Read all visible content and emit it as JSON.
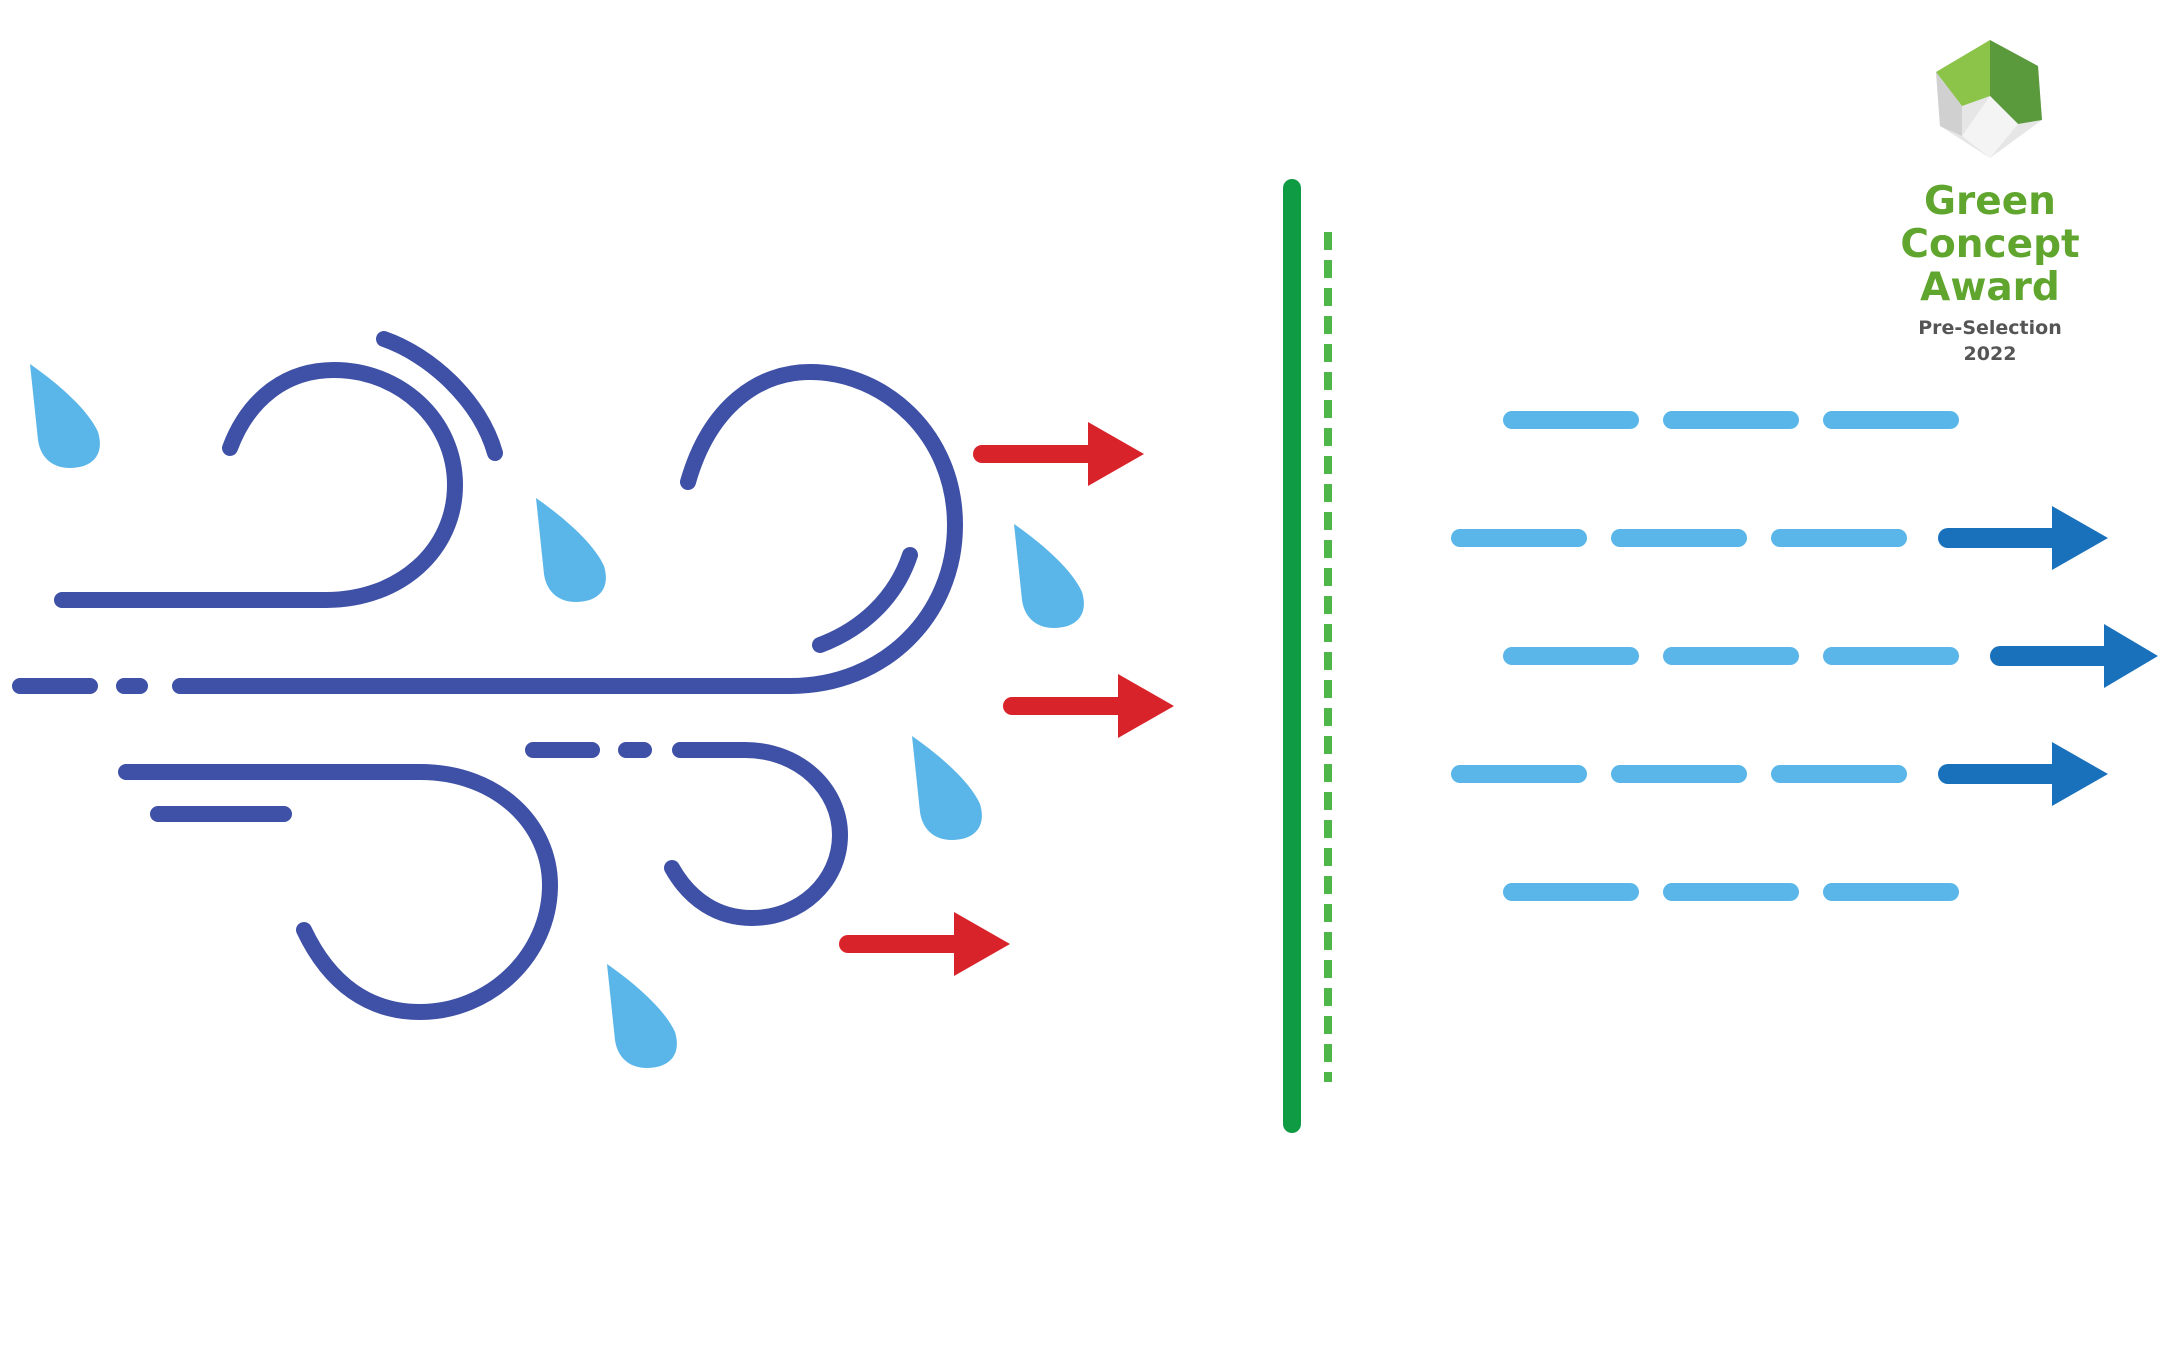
{
  "badge": {
    "title_line1": "Green",
    "title_line2": "Concept",
    "title_line3": "Award",
    "subtitle": "Pre-Selection",
    "year": "2022",
    "logo_icon": "green-concept-cube-icon"
  },
  "colors": {
    "wind": "#3f51a6",
    "drop": "#5ab6e8",
    "blocked_arrow": "#d9232a",
    "membrane": "#0f9a44",
    "membrane_dashed": "#4fb74a",
    "through_dash": "#5ab6e8",
    "through_arrow": "#1a71bb",
    "badge_green": "#5fa52e"
  },
  "icons": [
    "wind-gust-icon",
    "rain-drop-icon",
    "blocked-airflow-arrow-icon",
    "membrane-barrier-icon",
    "breathable-airflow-arrow-icon"
  ]
}
